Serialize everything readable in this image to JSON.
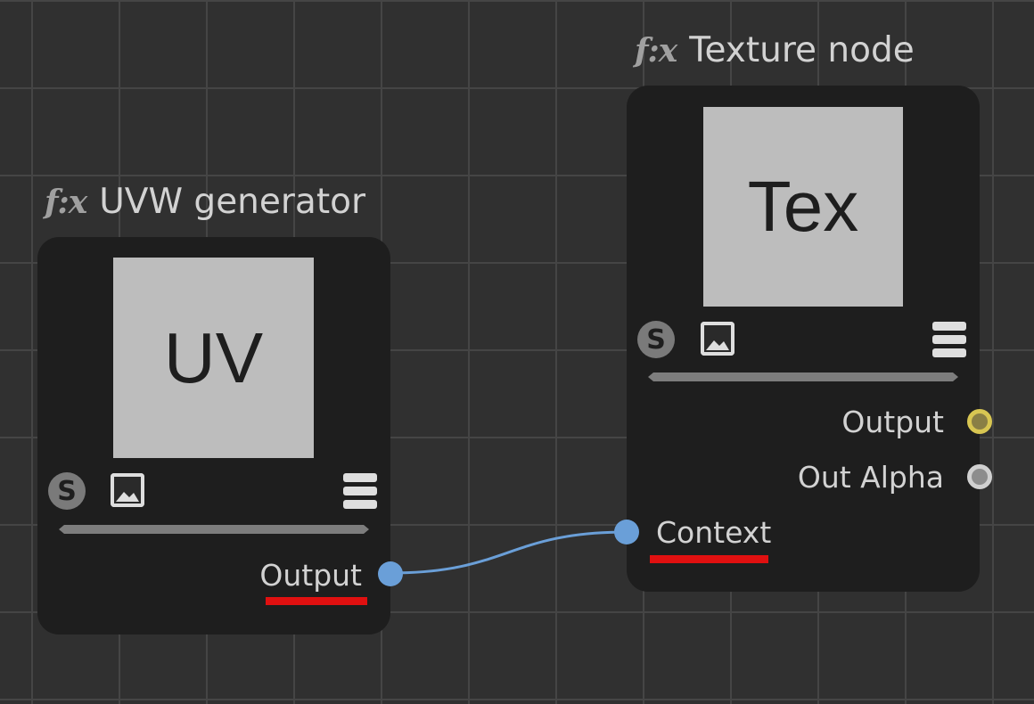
{
  "nodes": {
    "uvw": {
      "fx_label": "f:x",
      "title": "UVW generator",
      "thumbnail_text": "UV",
      "s_icon": "S",
      "icons": [
        "s-icon",
        "image-icon",
        "menu-icon"
      ],
      "outputs": [
        {
          "label": "Output",
          "port_color": "#6a9fd8",
          "underlined": true
        }
      ]
    },
    "texture": {
      "fx_label": "f:x",
      "title": "Texture node",
      "thumbnail_text": "Tex",
      "s_icon": "S",
      "icons": [
        "s-icon",
        "image-icon",
        "menu-icon"
      ],
      "outputs": [
        {
          "label": "Output",
          "port_color": "#d8c652"
        },
        {
          "label": "Out Alpha",
          "port_color": "#d0d0d0"
        }
      ],
      "inputs": [
        {
          "label": "Context",
          "port_color": "#6a9fd8",
          "underlined": true
        }
      ]
    }
  },
  "connections": [
    {
      "from": "UVW generator.Output",
      "to": "Texture node.Context",
      "color": "#6a9fd8"
    }
  ],
  "colors": {
    "background": "#303030",
    "grid": "#454545",
    "node_body": "#1e1e1e",
    "highlight_underline": "#e01010"
  }
}
